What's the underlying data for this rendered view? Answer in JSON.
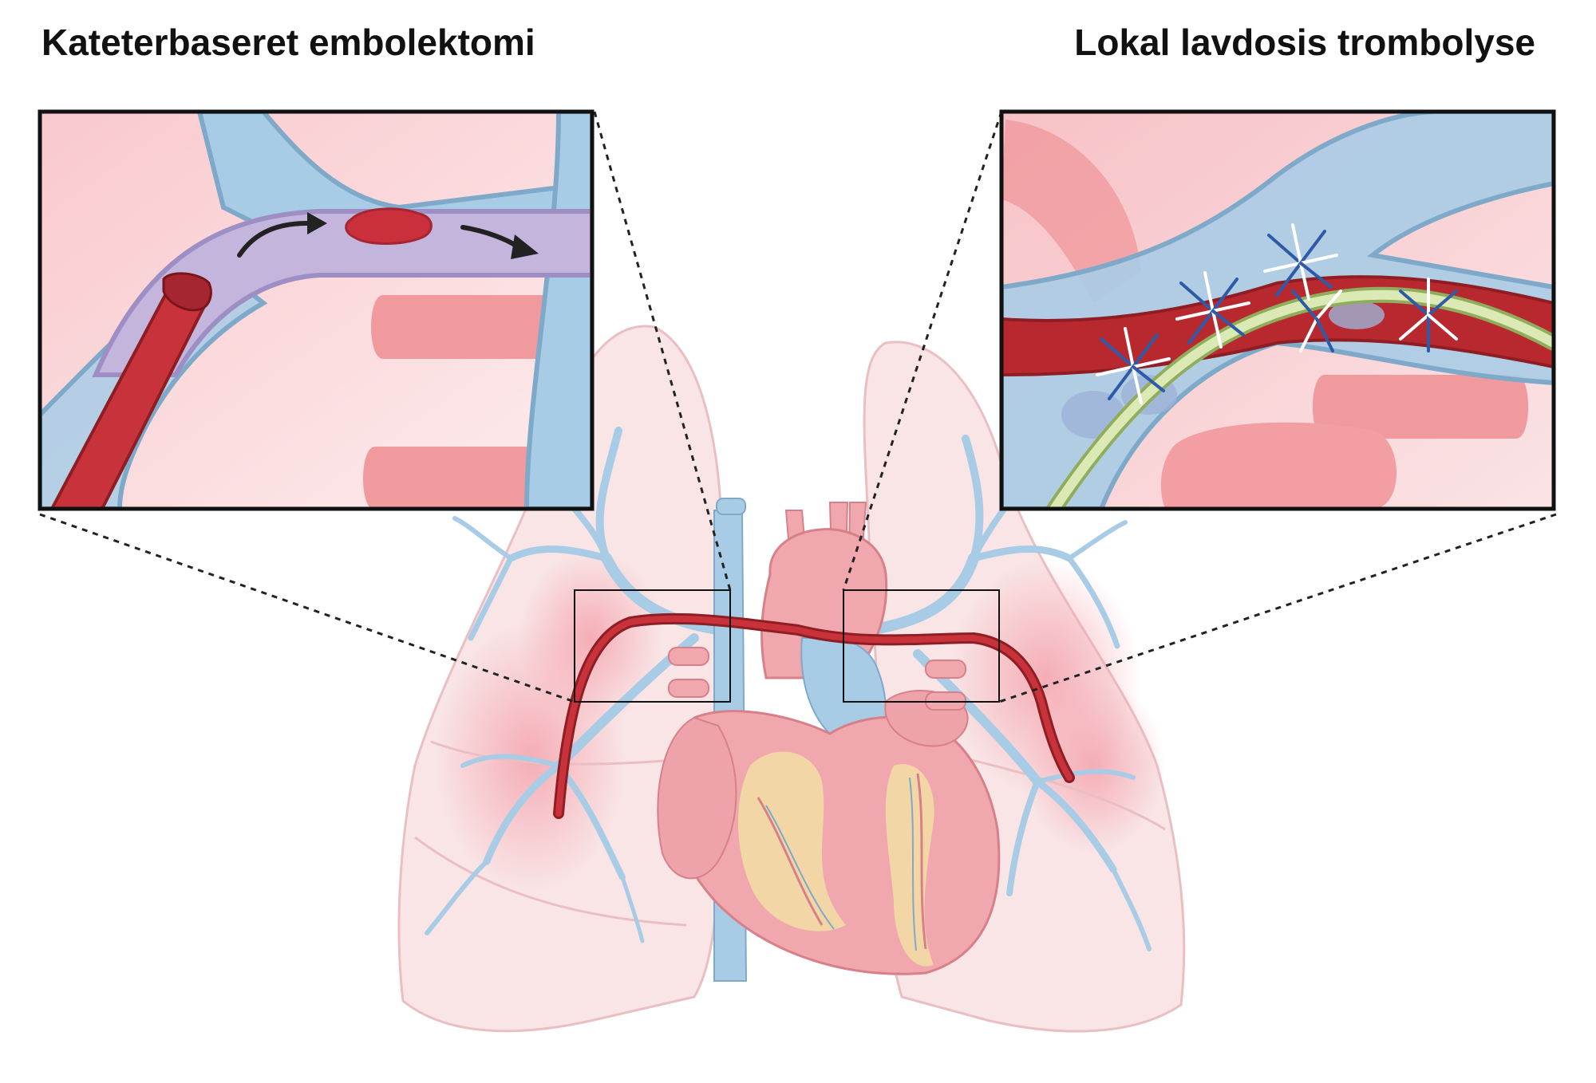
{
  "titles": {
    "left": "Kateterbaseret embolektomi",
    "right": "Lokal lavdosis trombolyse"
  },
  "colors": {
    "lung_fill": "#f7dcde",
    "lung_outline": "#eabfc3",
    "vessel_blue": "#a8cce6",
    "vessel_blue_dark": "#7fa9c9",
    "catheter_red": "#b8282f",
    "heart_pink": "#f1a7ae",
    "heart_fat": "#f3dca5",
    "clot": "#c9303c",
    "catheter_green": "#c9dc98",
    "inset_bg": "#fbe1e3",
    "text": "#111111"
  },
  "panels": [
    {
      "id": "left-inset",
      "content": "catheter-embolectomy-zoom"
    },
    {
      "id": "right-inset",
      "content": "local-thrombolysis-zoom"
    }
  ]
}
